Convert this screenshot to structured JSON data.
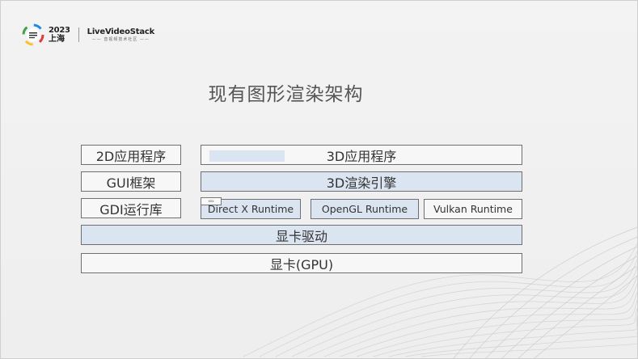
{
  "header": {
    "year": "2023",
    "city": "上海",
    "brand_name": "LiveVideoStack",
    "brand_sub": "—— 音视频技术社区 ——"
  },
  "title": "现有图形渲染架构",
  "left_column": [
    "2D应用程序",
    "GUI框架",
    "GDI运行库"
  ],
  "right_rows": {
    "app": "3D应用程序",
    "engine": "3D渲染引擎",
    "runtimes": [
      "Direct X Runtime",
      "OpenGL Runtime",
      "Vulkan Runtime"
    ],
    "runtime_tag": "xxx"
  },
  "driver": "显卡驱动",
  "gpu": "显卡(GPU)",
  "colors": {
    "blue_fill": "#dbe5f1",
    "white_fill": "#f7f7f7",
    "border": "#6f6f6f"
  }
}
